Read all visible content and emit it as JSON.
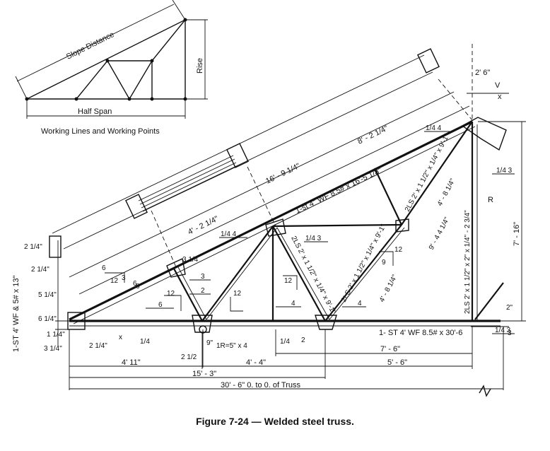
{
  "caption": "Figure 7-24 — Welded steel truss.",
  "inset": {
    "slope_distance": "Slope Distance",
    "rise": "Rise",
    "half_span": "Half Span",
    "subtitle": "Working Lines and Working Points"
  },
  "members": {
    "top_chord": "1-st  4\" WF 8.5# x 16'-5 1/8\"",
    "bottom_chord": "1- ST 4' WF 8.5# x 30'-6",
    "web_upper": "2LS 2' x 1 1/2\" x 1/4\" x 9'-1\"",
    "web_lower_left": "2LS 2' x 1 1/2\" x 1/4\" x 9'-1\"",
    "web_center": "2LS 2' x 1 1/2\" x 1/4\" x 9'-1\"",
    "vertical": "2LS 2' x 1 1/2\" x 2\" x 1/4\" - 2 3/4\"",
    "left_end": "1-ST 4' WF & 5# x 13\"",
    "bolt_note": "1R=5\" x 4"
  },
  "dims": {
    "top_seg_a": "16' - 9 1/4\"",
    "top_seg_b": "8' - 2 1/4\"",
    "top_seg_c": "4' - 2 1/4\"",
    "peak_off": "2' 6\"",
    "rise_total": "7' - 16\"",
    "diag_a": "4' - 8 1/4\"",
    "diag_b": "9' - 4 4 1/4\"",
    "diag_c": "4' - 8 1/4\"",
    "bot_a": "4' 11\"",
    "bot_b": "4' - 4\"",
    "bot_c": "5' - 6\"",
    "bot_d": "7' - 6\"",
    "bot_half": "15' - 3\"",
    "bot_total": "30' - 6\" 0. to 0. of Truss",
    "left_a": "2 1/4\"",
    "left_b": "2 1/4\"",
    "left_c": "5 1/4\"",
    "left_d": "6 1/4\"",
    "left_e": "1 1/4\"",
    "left_f": "3 1/4\"",
    "left_g": "2 1/4\"",
    "plate": "2\"",
    "right_3": "3",
    "gusset_x": "x",
    "gusset_r": "R",
    "gusset_v": "V",
    "end_x": "x",
    "bolt_9": "9\"",
    "bolt_2": "2 1/2"
  },
  "welds": {
    "w_peak": "1/4  4",
    "w_top_mid": "1/4  4",
    "w_upper_web": "1/4  3",
    "w_left_top": "3 1/4",
    "w_left_a": "3",
    "w_left_b": "2",
    "w_left_c": "3",
    "w_left_d": "6",
    "w_left_e": "6",
    "w_center_a": "4",
    "w_center_b": "4",
    "w_center_c": "2",
    "w_bot_left": "1/4",
    "w_bot_mid": "1/4",
    "w_vert_a": "1/4  3",
    "w_right_end": "1/4  3"
  },
  "slopes": {
    "s_a": "6",
    "s_b": "12",
    "s_c": "12",
    "s_d": "12",
    "s_e": "12",
    "s_f": "9",
    "s_g": "12",
    "s_h": "6"
  }
}
